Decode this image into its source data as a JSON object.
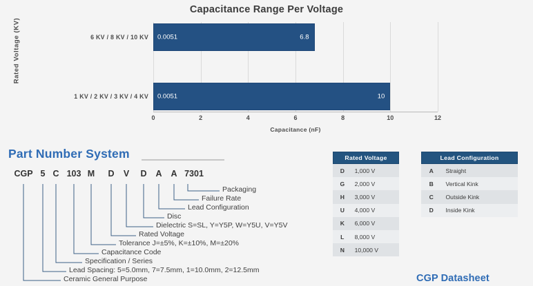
{
  "chart_data": {
    "type": "bar",
    "orientation": "horizontal",
    "title": "Capacitance Range Per Voltage",
    "xlabel": "Capacitance (nF)",
    "ylabel": "Rated Voltage  (KV)",
    "xlim": [
      0,
      12
    ],
    "xticks": [
      "0",
      "2",
      "4",
      "6",
      "8",
      "10",
      "12"
    ],
    "grid": true,
    "legend": "none",
    "categories": [
      "6 KV / 8 KV / 10 KV",
      "1 KV / 2 KV / 3 KV / 4 KV"
    ],
    "bars": [
      {
        "category": "6 KV / 8 KV / 10 KV",
        "min_label": "0.0051",
        "max_label": "6.8",
        "min": 0.0051,
        "max": 6.8
      },
      {
        "category": "1 KV / 2 KV / 3 KV / 4 KV",
        "min_label": "0.0051",
        "max_label": "10",
        "min": 0.0051,
        "max": 10
      }
    ],
    "bar_color": "#245183"
  },
  "part_number_system": {
    "heading": "Part Number System",
    "codes": [
      "CGP",
      "5",
      "C",
      "103",
      "M",
      "D",
      "V",
      "D",
      "A",
      "A",
      "7301"
    ],
    "descriptions": [
      "Packaging",
      "Failure Rate",
      "Lead Configuration",
      "Disc",
      "Dielectric S=SL, Y=Y5P, W=Y5U, V=Y5V",
      "Rated Voltage",
      "Tolerance J=±5%, K=±10%, M=±20%",
      "Capacitance Code",
      "Specification / Series",
      "Lead Spacing: 5=5.0mm, 7=7.5mm, 1=10.0mm, 2=12.5mm",
      "Ceramic General Purpose"
    ]
  },
  "tables": {
    "rated_voltage": {
      "header": "Rated Voltage",
      "rows": [
        {
          "code": "D",
          "value": "1,000 V"
        },
        {
          "code": "G",
          "value": "2,000 V"
        },
        {
          "code": "H",
          "value": "3,000 V"
        },
        {
          "code": "U",
          "value": "4,000 V"
        },
        {
          "code": "K",
          "value": "6,000 V"
        },
        {
          "code": "L",
          "value": "8,000 V"
        },
        {
          "code": "N",
          "value": "10,000 V"
        }
      ]
    },
    "lead_configuration": {
      "header": "Lead Configuration",
      "rows": [
        {
          "code": "A",
          "value": "Straight"
        },
        {
          "code": "B",
          "value": "Vertical Kink"
        },
        {
          "code": "C",
          "value": "Outside Kink"
        },
        {
          "code": "D",
          "value": "Inside Kink"
        }
      ]
    }
  },
  "footer": {
    "datasheet_link": "CGP Datasheet"
  },
  "colors": {
    "bar": "#245183",
    "table_header": "#23547f",
    "link": "#2f6cb5",
    "leader_line": "#3c5f86",
    "background": "#f4f4f4"
  }
}
